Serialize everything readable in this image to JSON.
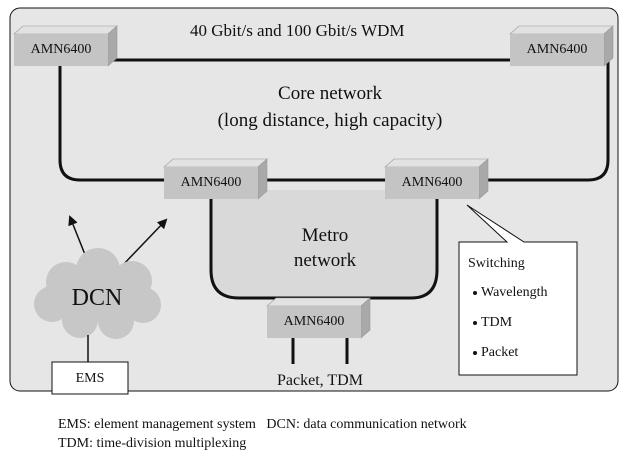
{
  "wdm_label": "40 Gbit/s and 100 Gbit/s WDM",
  "nodes": {
    "top_left": "AMN6400",
    "top_right": "AMN6400",
    "core_mid_left": "AMN6400",
    "core_mid_right": "AMN6400",
    "metro_bottom": "AMN6400"
  },
  "core": {
    "title": "Core network",
    "subtitle": "(long distance, high capacity)"
  },
  "metro": {
    "title_line1": "Metro",
    "title_line2": "network"
  },
  "dcn": {
    "label": "DCN"
  },
  "ems": {
    "label": "EMS"
  },
  "packet_tdm": "Packet, TDM",
  "switching": {
    "title": "Switching",
    "items": [
      "Wavelength",
      "TDM",
      "Packet"
    ]
  },
  "legend": {
    "line1": "EMS: element management system   DCN: data communication network",
    "line2": "TDM: time-division multiplexing"
  },
  "colors": {
    "outer_background": "#e6e6e6",
    "metro_fill": "#d9d9d9",
    "node_face": "#c4c4c4",
    "node_top": "#e2e2e2",
    "node_side": "#a9a9a9",
    "cloud": "#c7c7c7",
    "line": "#111111"
  }
}
